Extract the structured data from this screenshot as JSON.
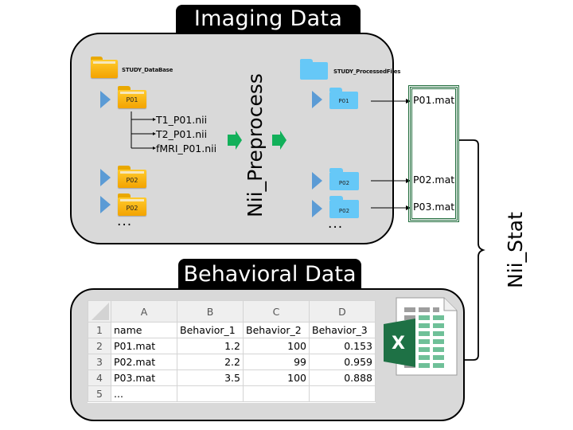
{
  "imaging": {
    "title": "Imaging Data",
    "source_root": "STUDY_DataBase",
    "source_folders": [
      "P01",
      "P02",
      "P02"
    ],
    "source_files": [
      "T1_P01.nii",
      "T2_P01.nii",
      "fMRI_P01.nii"
    ],
    "source_more": "...",
    "process_label": "Nii_Preprocess",
    "processed_root": "STUDY_ProcessedFiles",
    "processed_folders": [
      "P01",
      "P02",
      "P02"
    ],
    "processed_more": "...",
    "mat_files": [
      "P01.mat",
      "P02.mat",
      "P03.mat"
    ]
  },
  "stat_label": "Nii_Stat",
  "behavioral": {
    "title": "Behavioral  Data",
    "columns": [
      "A",
      "B",
      "C",
      "D"
    ],
    "rows": [
      {
        "n": "1",
        "cells": [
          "name",
          "Behavior_1",
          "Behavior_2",
          "Behavior_3"
        ]
      },
      {
        "n": "2",
        "cells": [
          "P01.mat",
          "1.2",
          "100",
          "0.153"
        ]
      },
      {
        "n": "3",
        "cells": [
          "P02.mat",
          "2.2",
          "99",
          "0.959"
        ]
      },
      {
        "n": "4",
        "cells": [
          "P03.mat",
          "3.5",
          "100",
          "0.888"
        ]
      },
      {
        "n": "5",
        "cells": [
          "...",
          "",
          "",
          ""
        ]
      }
    ],
    "excel_letter": "X"
  },
  "colors": {
    "panel_bg": "#d9d9d9",
    "folder_yellow": "#f7b500",
    "folder_blue": "#66c8f7",
    "triangle_blue": "#5b9bd5",
    "arrow_green": "#12b05a",
    "mat_border": "#1e6b3a",
    "excel_green": "#1e7145"
  }
}
